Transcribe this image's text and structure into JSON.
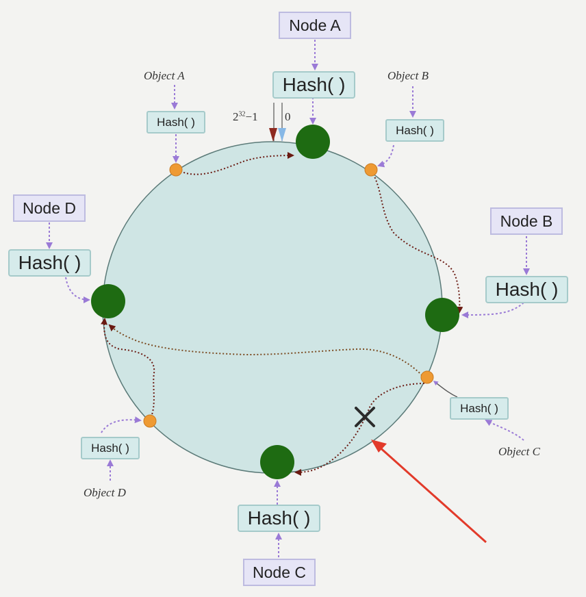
{
  "nodes": {
    "a": {
      "label": "Node A",
      "hash": "Hash( )"
    },
    "b": {
      "label": "Node B",
      "hash": "Hash( )"
    },
    "c": {
      "label": "Node C",
      "hash": "Hash( )"
    },
    "d": {
      "label": "Node D",
      "hash": "Hash( )"
    }
  },
  "objects": {
    "a": {
      "label": "Object A",
      "hash": "Hash( )"
    },
    "b": {
      "label": "Object B",
      "hash": "Hash( )"
    },
    "c": {
      "label": "Object C",
      "hash": "Hash( )"
    },
    "d": {
      "label": "Object D",
      "hash": "Hash( )"
    }
  },
  "ring_range": {
    "max_base": "2",
    "max_exp": "32",
    "max_suffix": "−1",
    "min": "0"
  },
  "colors": {
    "ring_fill": "#cfe5e4",
    "node_circle": "#1e6b12",
    "object_dot": "#ee9a33",
    "connector": "#9a7ad6",
    "route": "#6a1a12",
    "removed_mark": "#2b2b2b",
    "pointer_arrow": "#e23a2a"
  },
  "icons": {
    "removed_node": "cross-icon",
    "pointer": "red-arrow-icon"
  }
}
